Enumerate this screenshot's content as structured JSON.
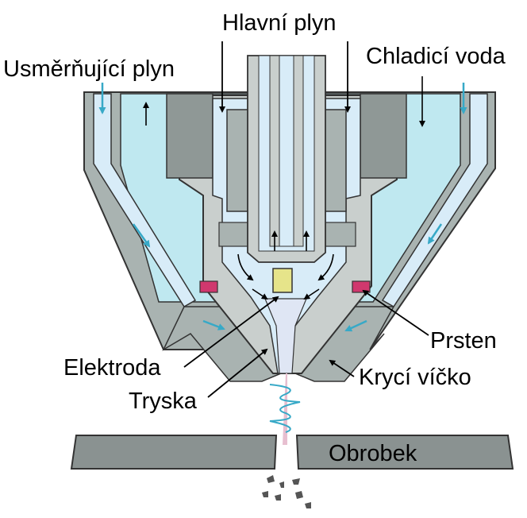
{
  "labels": {
    "main_gas": "Hlavní plyn",
    "swirl_gas": "Usměrňující plyn",
    "cooling_water": "Chladicí voda",
    "ring": "Prsten",
    "electrode": "Elektroda",
    "shield_cap": "Krycí víčko",
    "nozzle": "Tryska",
    "workpiece": "Obrobek"
  },
  "colors": {
    "water": "#bfe8f0",
    "metal": "#a9b3b1",
    "metal_dark": "#8f9896",
    "insulator": "#c9cfcd",
    "gas": "#d8ecf8",
    "electrode_tip": "#e6e48a",
    "ring": "#d0386e",
    "flow_arrow": "#37a9c7",
    "plasma": "#e7bfd0",
    "workpiece": "#8a9291"
  },
  "icons": [
    "flow-arrow-icon",
    "plasma-spiral-icon"
  ]
}
